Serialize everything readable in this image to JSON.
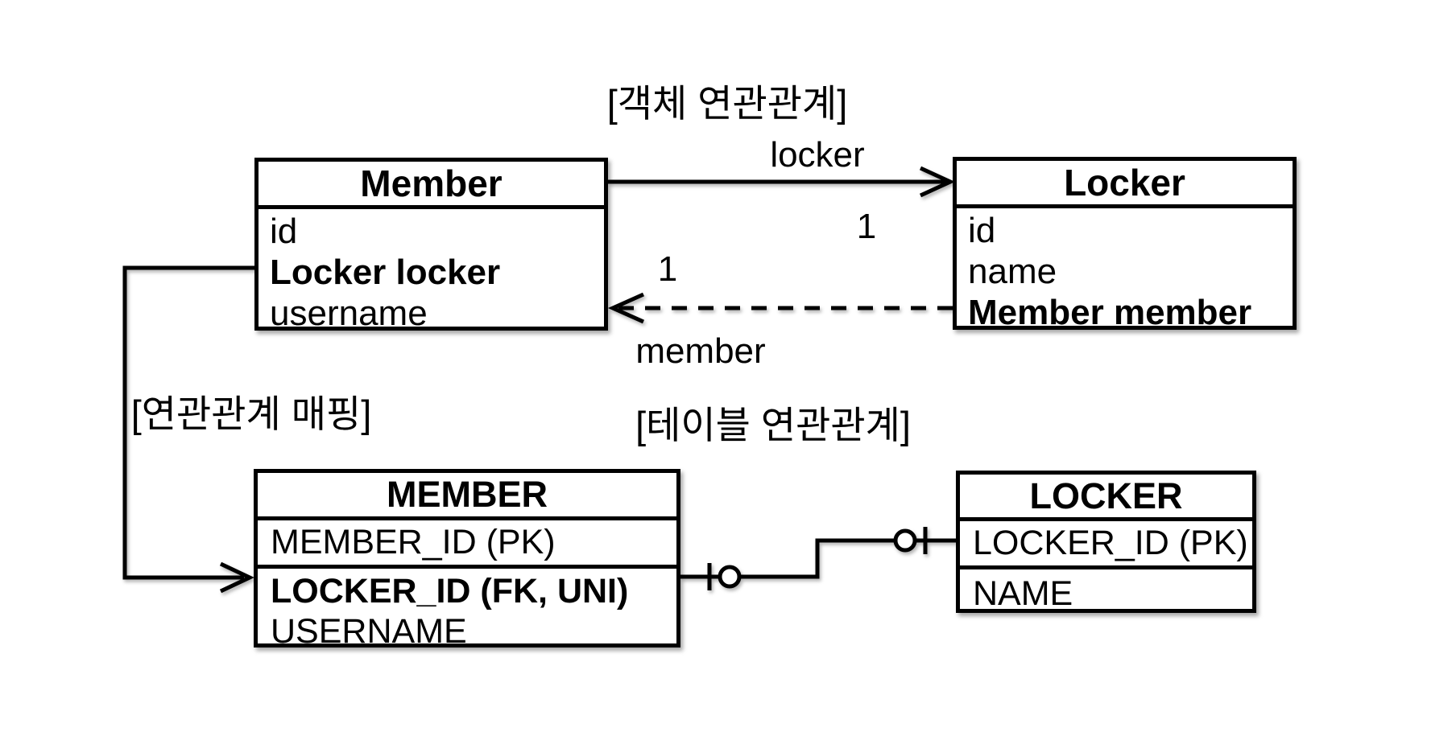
{
  "labels": {
    "object_association": "[객체 연관관계]",
    "association_mapping": "[연관관계 매핑]",
    "table_association": "[테이블 연관관계]"
  },
  "object_diagram": {
    "member_class": {
      "title": "Member",
      "fields": [
        {
          "name": "id",
          "emphasis": false
        },
        {
          "name": "Locker locker",
          "emphasis": true
        },
        {
          "name": "username",
          "emphasis": false
        }
      ]
    },
    "locker_class": {
      "title": "Locker",
      "fields": [
        {
          "name": "id",
          "emphasis": false
        },
        {
          "name": "name",
          "emphasis": false
        },
        {
          "name": "Member member",
          "emphasis": true
        }
      ]
    },
    "locker_association": {
      "label": "locker",
      "multiplicity": "1",
      "style": "solid-arrow-right"
    },
    "member_association": {
      "label": "member",
      "multiplicity": "1",
      "style": "dashed-arrow-left"
    }
  },
  "table_diagram": {
    "member_table": {
      "title": "MEMBER",
      "columns": [
        {
          "name": "MEMBER_ID (PK)",
          "emphasis": false
        },
        {
          "name": "LOCKER_ID (FK, UNI)",
          "emphasis": true
        },
        {
          "name": "USERNAME",
          "emphasis": false
        }
      ]
    },
    "locker_table": {
      "title": "LOCKER",
      "columns": [
        {
          "name": "LOCKER_ID (PK)",
          "emphasis": false
        },
        {
          "name": "NAME",
          "emphasis": false
        }
      ]
    },
    "join": {
      "type": "one-to-one",
      "notation": "crow-foot zero-or-one on both ends"
    }
  },
  "colors": {
    "line": "#000000",
    "background": "#ffffff"
  }
}
